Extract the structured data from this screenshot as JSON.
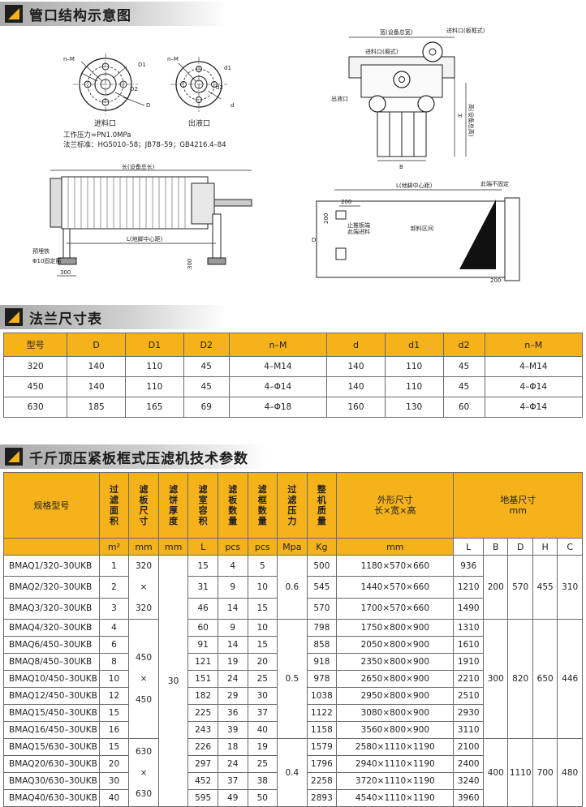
{
  "sections": {
    "pipe_title": "管口结构示意图",
    "flange_title": "法兰尺寸表",
    "spec_title": "千斤顶压紧板框式压滤机技术参数"
  },
  "pipe_diagram": {
    "labels": {
      "nM": "n–M",
      "D1": "D1",
      "D2": "D2",
      "D": "D",
      "d1": "d1",
      "d2": "d2",
      "d": "d",
      "inlet": "进料口",
      "outlet": "出液口"
    },
    "notes": [
      "工作压力=PN1.0MPa",
      "法兰标准：HG5010–58；JB78–59；GB4216.4–84"
    ]
  },
  "front_view": {
    "width_total": "宽(设备总宽)",
    "inlet_frame": "进料口(板框式)",
    "inlet_plate": "进料口(厢式)",
    "outlet": "出液口",
    "H": "H",
    "height_total": "高(设备总高)",
    "B": "B"
  },
  "side_view": {
    "length_total": "长(设备总长)",
    "fixed_iron": "预埋铁",
    "bolt": "Φ10固定筋",
    "L_mid": "L(地脚中心距)",
    "d300a": "300",
    "d300b": "300"
  },
  "foundation": {
    "L_mid": "L(地脚中心距)",
    "not_fixed": "此端不固定",
    "d200a": "200",
    "d200b": "200",
    "d200c": "200",
    "stop_plate": "止推板端",
    "inlet_end": "此端进料",
    "discharge": "卸料区间",
    "D": "D"
  },
  "flange_table": {
    "headers": [
      "型号",
      "D",
      "D1",
      "D2",
      "n–M",
      "d",
      "d1",
      "d2",
      "n–M"
    ],
    "rows": [
      [
        "320",
        "140",
        "110",
        "45",
        "4–M14",
        "140",
        "110",
        "45",
        "4–M14"
      ],
      [
        "450",
        "140",
        "110",
        "45",
        "4–Φ14",
        "140",
        "110",
        "45",
        "4–Φ14"
      ],
      [
        "630",
        "185",
        "165",
        "69",
        "4–Φ18",
        "160",
        "130",
        "60",
        "4–Φ14"
      ]
    ]
  },
  "spec_table": {
    "h_model": "规格型号",
    "h_area": [
      "过",
      "滤",
      "面",
      "积"
    ],
    "h_plate": [
      "滤",
      "板",
      "尺",
      "寸"
    ],
    "h_cake": [
      "滤",
      "饼",
      "厚",
      "度"
    ],
    "h_vol": [
      "滤",
      "室",
      "容",
      "积"
    ],
    "h_plates": [
      "滤",
      "板",
      "数",
      "量"
    ],
    "h_frames": [
      "滤",
      "框",
      "数",
      "量"
    ],
    "h_press": [
      "过",
      "滤",
      "压",
      "力"
    ],
    "h_mass": [
      "整",
      "机",
      "质",
      "量"
    ],
    "h_dims": "外形尺寸",
    "h_dims2": "长×宽×高",
    "h_base": "地基尺寸",
    "h_base_unit": "mm",
    "units": [
      "m²",
      "mm",
      "mm",
      "L",
      "pcs",
      "pcs",
      "Mpa",
      "Kg",
      "mm",
      "L",
      "B",
      "D",
      "H",
      "C"
    ],
    "rows": [
      {
        "model": "BMAQ1/320–30UKB",
        "area": "1",
        "vol": "15",
        "plates": "4",
        "frames": "5",
        "mass": "500",
        "dims": "1180×570×660",
        "L": "936"
      },
      {
        "model": "BMAQ2/320–30UKB",
        "area": "2",
        "vol": "31",
        "plates": "9",
        "frames": "10",
        "mass": "545",
        "dims": "1440×570×660",
        "L": "1210"
      },
      {
        "model": "BMAQ3/320–30UKB",
        "area": "3",
        "vol": "46",
        "plates": "14",
        "frames": "15",
        "mass": "570",
        "dims": "1700×570×660",
        "L": "1490"
      },
      {
        "model": "BMAQ4/320–30UKB",
        "area": "4",
        "vol": "60",
        "plates": "9",
        "frames": "10",
        "mass": "798",
        "dims": "1750×800×900",
        "L": "1310"
      },
      {
        "model": "BMAQ6/450–30UKB",
        "area": "6",
        "vol": "91",
        "plates": "14",
        "frames": "15",
        "mass": "858",
        "dims": "2050×800×900",
        "L": "1610"
      },
      {
        "model": "BMAQ8/450–30UKB",
        "area": "8",
        "vol": "121",
        "plates": "19",
        "frames": "20",
        "mass": "918",
        "dims": "2350×800×900",
        "L": "1910"
      },
      {
        "model": "BMAQ10/450–30UKB",
        "area": "10",
        "vol": "151",
        "plates": "24",
        "frames": "25",
        "mass": "978",
        "dims": "2650×800×900",
        "L": "2210"
      },
      {
        "model": "BMAQ12/450–30UKB",
        "area": "12",
        "vol": "182",
        "plates": "29",
        "frames": "30",
        "mass": "1038",
        "dims": "2950×800×900",
        "L": "2510"
      },
      {
        "model": "BMAQ15/450–30UKB",
        "area": "15",
        "vol": "225",
        "plates": "36",
        "frames": "37",
        "mass": "1122",
        "dims": "3080×800×900",
        "L": "2930"
      },
      {
        "model": "BMAQ16/450–30UKB",
        "area": "16",
        "vol": "243",
        "plates": "39",
        "frames": "40",
        "mass": "1158",
        "dims": "3560×800×900",
        "L": "3110"
      },
      {
        "model": "BMAQ15/630–30UKB",
        "area": "15",
        "vol": "226",
        "plates": "18",
        "frames": "19",
        "mass": "1579",
        "dims": "2580×1110×1190",
        "L": "2100"
      },
      {
        "model": "BMAQ20/630–30UKB",
        "area": "20",
        "vol": "297",
        "plates": "24",
        "frames": "25",
        "mass": "1796",
        "dims": "2940×1110×1190",
        "L": "2400"
      },
      {
        "model": "BMAQ30/630–30UKB",
        "area": "30",
        "vol": "452",
        "plates": "37",
        "frames": "38",
        "mass": "2258",
        "dims": "3720×1110×1190",
        "L": "3240"
      },
      {
        "model": "BMAQ40/630–30UKB",
        "area": "40",
        "vol": "595",
        "plates": "49",
        "frames": "50",
        "mass": "2893",
        "dims": "4540×1110×1190",
        "L": "3960"
      }
    ],
    "plate_groups": [
      [
        "320",
        "×",
        "320"
      ],
      [
        "450",
        "×",
        "450"
      ],
      [
        "630",
        "×",
        "630"
      ]
    ],
    "cake": "30",
    "pressures": [
      "0.6",
      "0.5",
      "0.4"
    ],
    "base_groups": [
      {
        "B": "200",
        "D": "570",
        "H": "455",
        "C": "310"
      },
      {
        "B": "300",
        "D": "820",
        "H": "650",
        "C": "446"
      },
      {
        "B": "400",
        "D": "1110",
        "H": "700",
        "C": "480"
      }
    ]
  }
}
